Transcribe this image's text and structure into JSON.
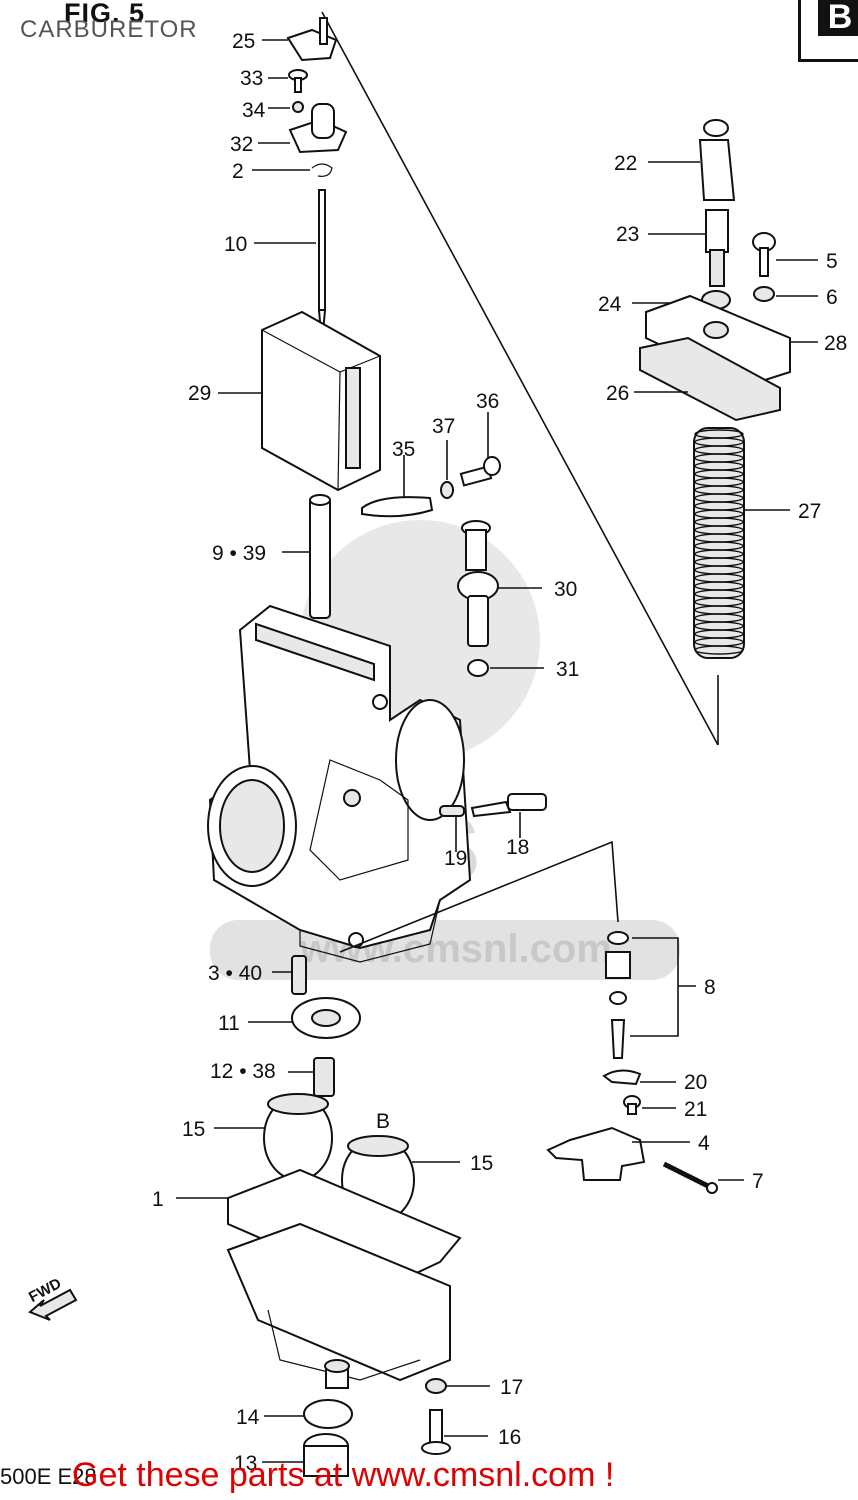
{
  "header": {
    "figure": "FIG. 5",
    "subtitle": "CARBURETOR",
    "section_letter": "B"
  },
  "labels": {
    "l25": "25",
    "l33": "33",
    "l34": "34",
    "l32": "32",
    "l2": "2",
    "l10": "10",
    "l29": "29",
    "l37": "37",
    "l36": "36",
    "l35": "35",
    "l22": "22",
    "l23": "23",
    "l5": "5",
    "l24": "24",
    "l6": "6",
    "l28": "28",
    "l26": "26",
    "l27": "27",
    "l9_39": "9 • 39",
    "l30": "30",
    "l31": "31",
    "l19": "19",
    "l18": "18",
    "l3_40": "3 • 40",
    "l11": "11",
    "l12_38": "12 • 38",
    "l8": "8",
    "l20": "20",
    "l21": "21",
    "l15a": "15",
    "lB": "B",
    "l15b": "15",
    "l4": "4",
    "l1": "1",
    "l7": "7",
    "l17": "17",
    "l14": "14",
    "l16": "16",
    "l13": "13"
  },
  "watermark": "www.cmsnl.com",
  "fwd_label": "FWD",
  "footer": {
    "model_code": "500E E28",
    "promo": "Get these parts at www.cmsnl.com !"
  }
}
